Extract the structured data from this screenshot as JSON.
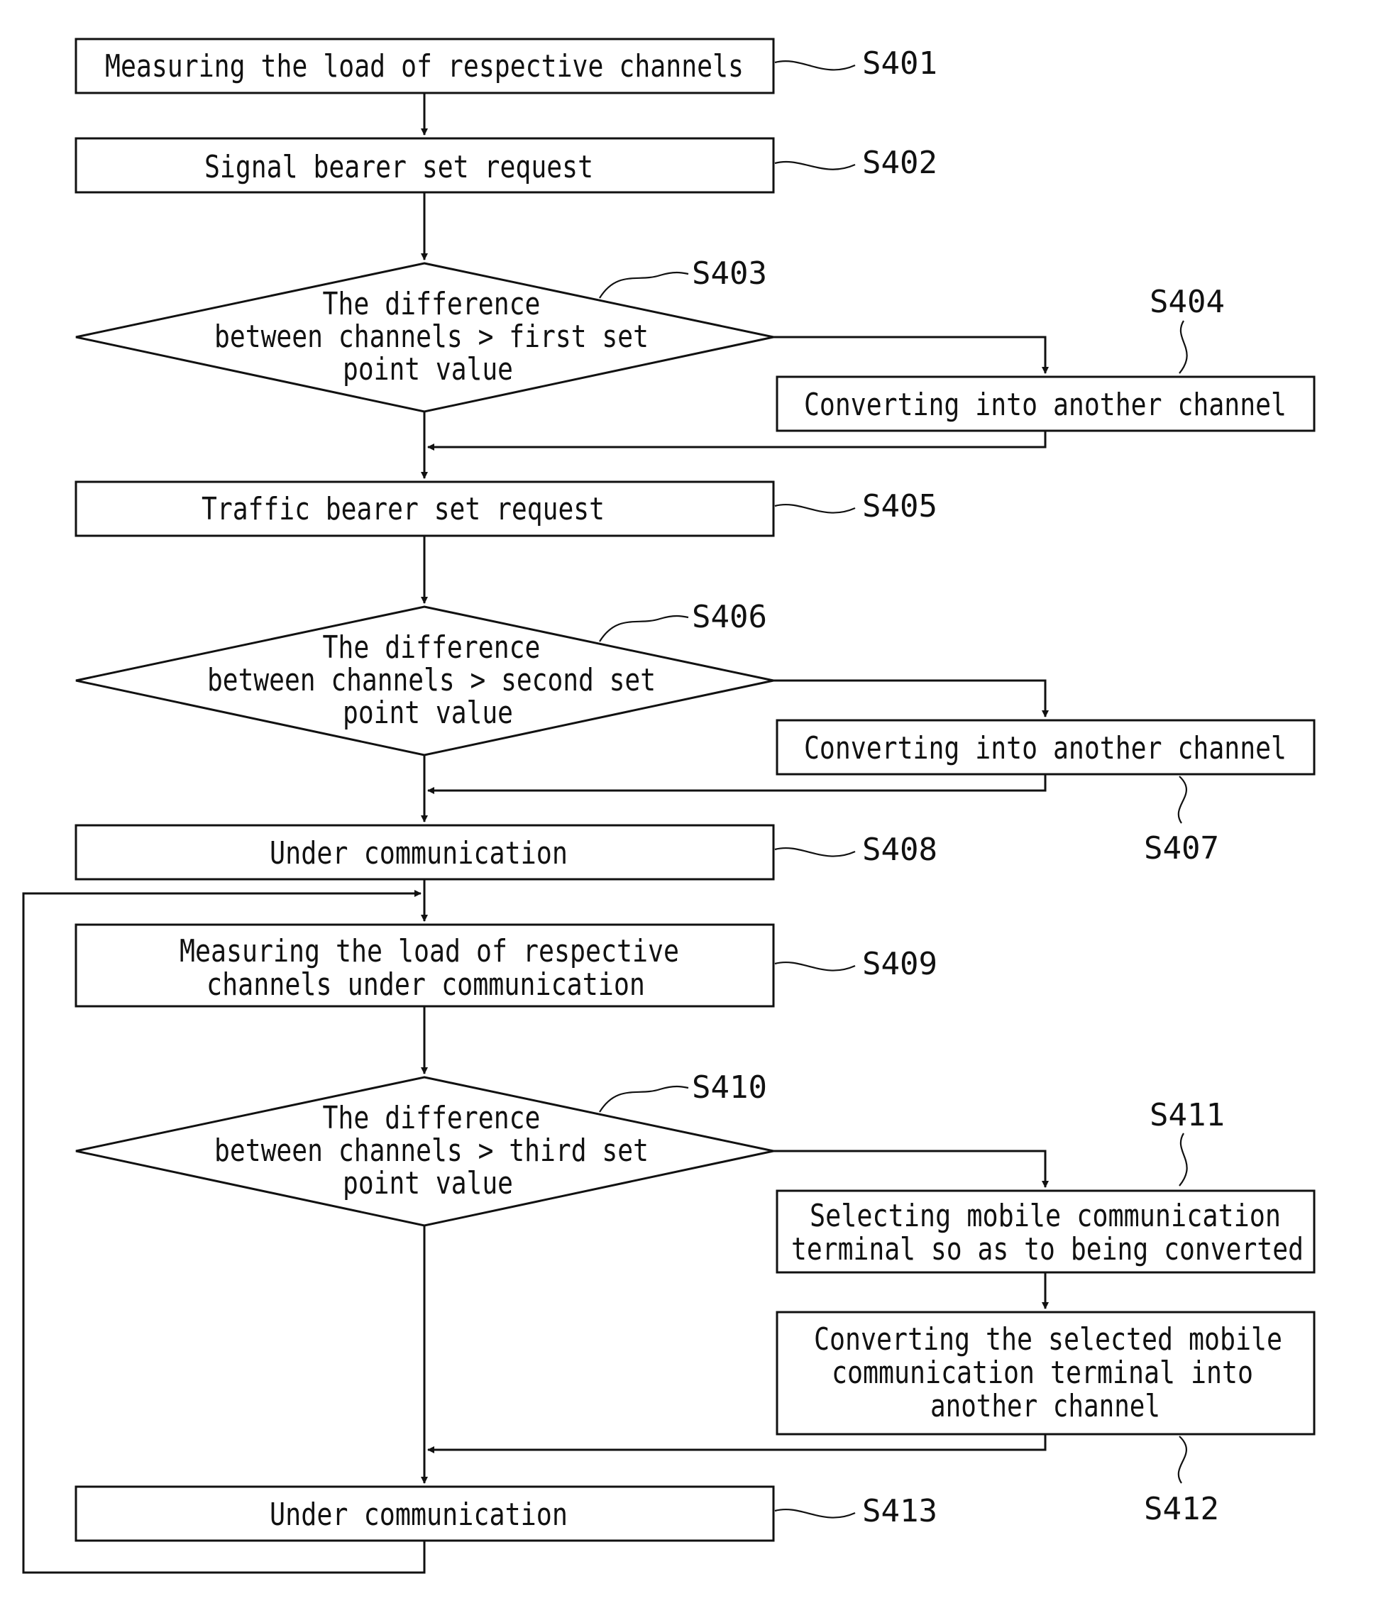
{
  "steps": {
    "s401": {
      "label": "S401",
      "text": "Measuring the load of respective channels"
    },
    "s402": {
      "label": "S402",
      "text": "Signal bearer set request"
    },
    "s403": {
      "label": "S403",
      "lines": [
        "The difference",
        "between channels > first set",
        "point value"
      ]
    },
    "s404": {
      "label": "S404",
      "text": "Converting into another channel"
    },
    "s405": {
      "label": "S405",
      "text": "Traffic bearer set request"
    },
    "s406": {
      "label": "S406",
      "lines": [
        "The difference",
        "between channels > second set",
        "point value"
      ]
    },
    "s407": {
      "label": "S407",
      "text": "Converting into another channel"
    },
    "s408": {
      "label": "S408",
      "text": "Under communication"
    },
    "s409": {
      "label": "S409",
      "lines": [
        "Measuring the load of respective",
        "channels under communication"
      ]
    },
    "s410": {
      "label": "S410",
      "lines": [
        "The difference",
        "between channels > third set",
        "point value"
      ]
    },
    "s411": {
      "label": "S411",
      "lines": [
        "Selecting mobile communication",
        "terminal so as to being converted"
      ]
    },
    "s412": {
      "label": "S412",
      "lines": [
        "Converting the selected mobile",
        "communication terminal into",
        "another channel"
      ]
    },
    "s413": {
      "label": "S413",
      "text": "Under communication"
    }
  }
}
